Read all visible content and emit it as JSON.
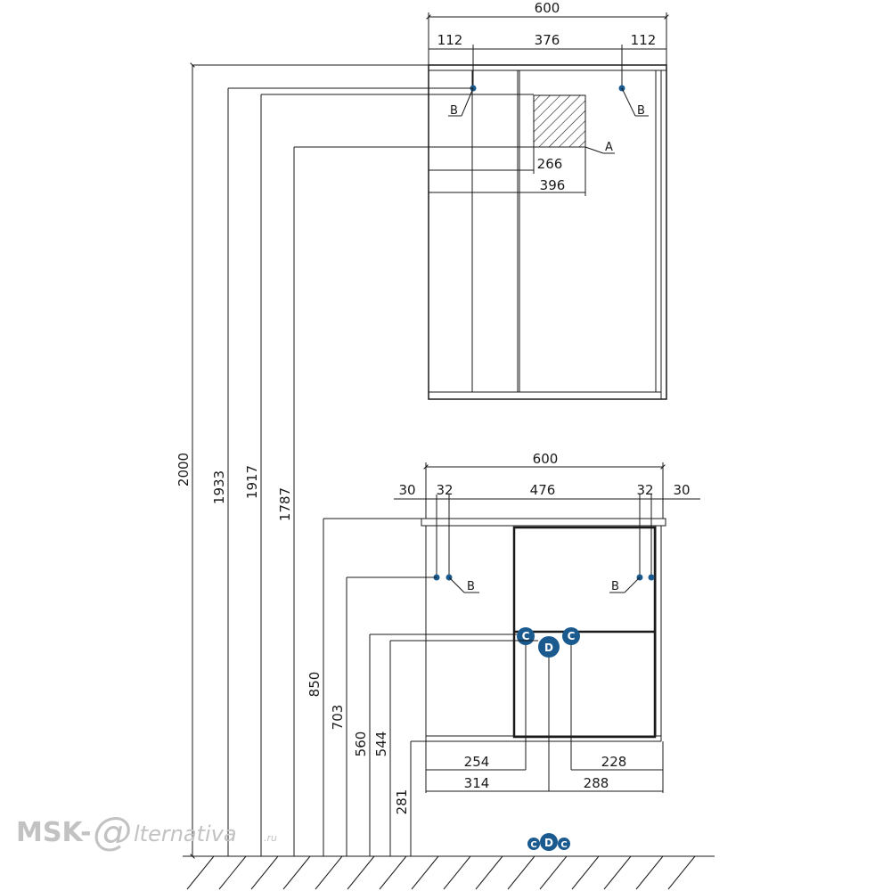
{
  "mirror": {
    "width": "600",
    "offset_left": "112",
    "spacing": "376",
    "offset_right": "112",
    "socket_label": "A",
    "socket_dim_1": "266",
    "socket_dim_2": "396",
    "hang_label": "B"
  },
  "vanity": {
    "width": "600",
    "side_left": "30",
    "inner_left": "32",
    "spacing": "476",
    "inner_right": "32",
    "side_right": "30",
    "hang_label": "B",
    "dim_254": "254",
    "dim_228": "228",
    "dim_314": "314",
    "dim_288": "288"
  },
  "heights": {
    "h2000": "2000",
    "h1933": "1933",
    "h1917": "1917",
    "h1787": "1787",
    "h850": "850",
    "h703": "703",
    "h560": "560",
    "h544": "544",
    "h281": "281"
  },
  "markers": {
    "cold": "C",
    "drain": "D"
  },
  "watermark": {
    "prefix": "MSK-",
    "symbol": "@",
    "suffix": "lternativa",
    "domain": ".ru"
  }
}
